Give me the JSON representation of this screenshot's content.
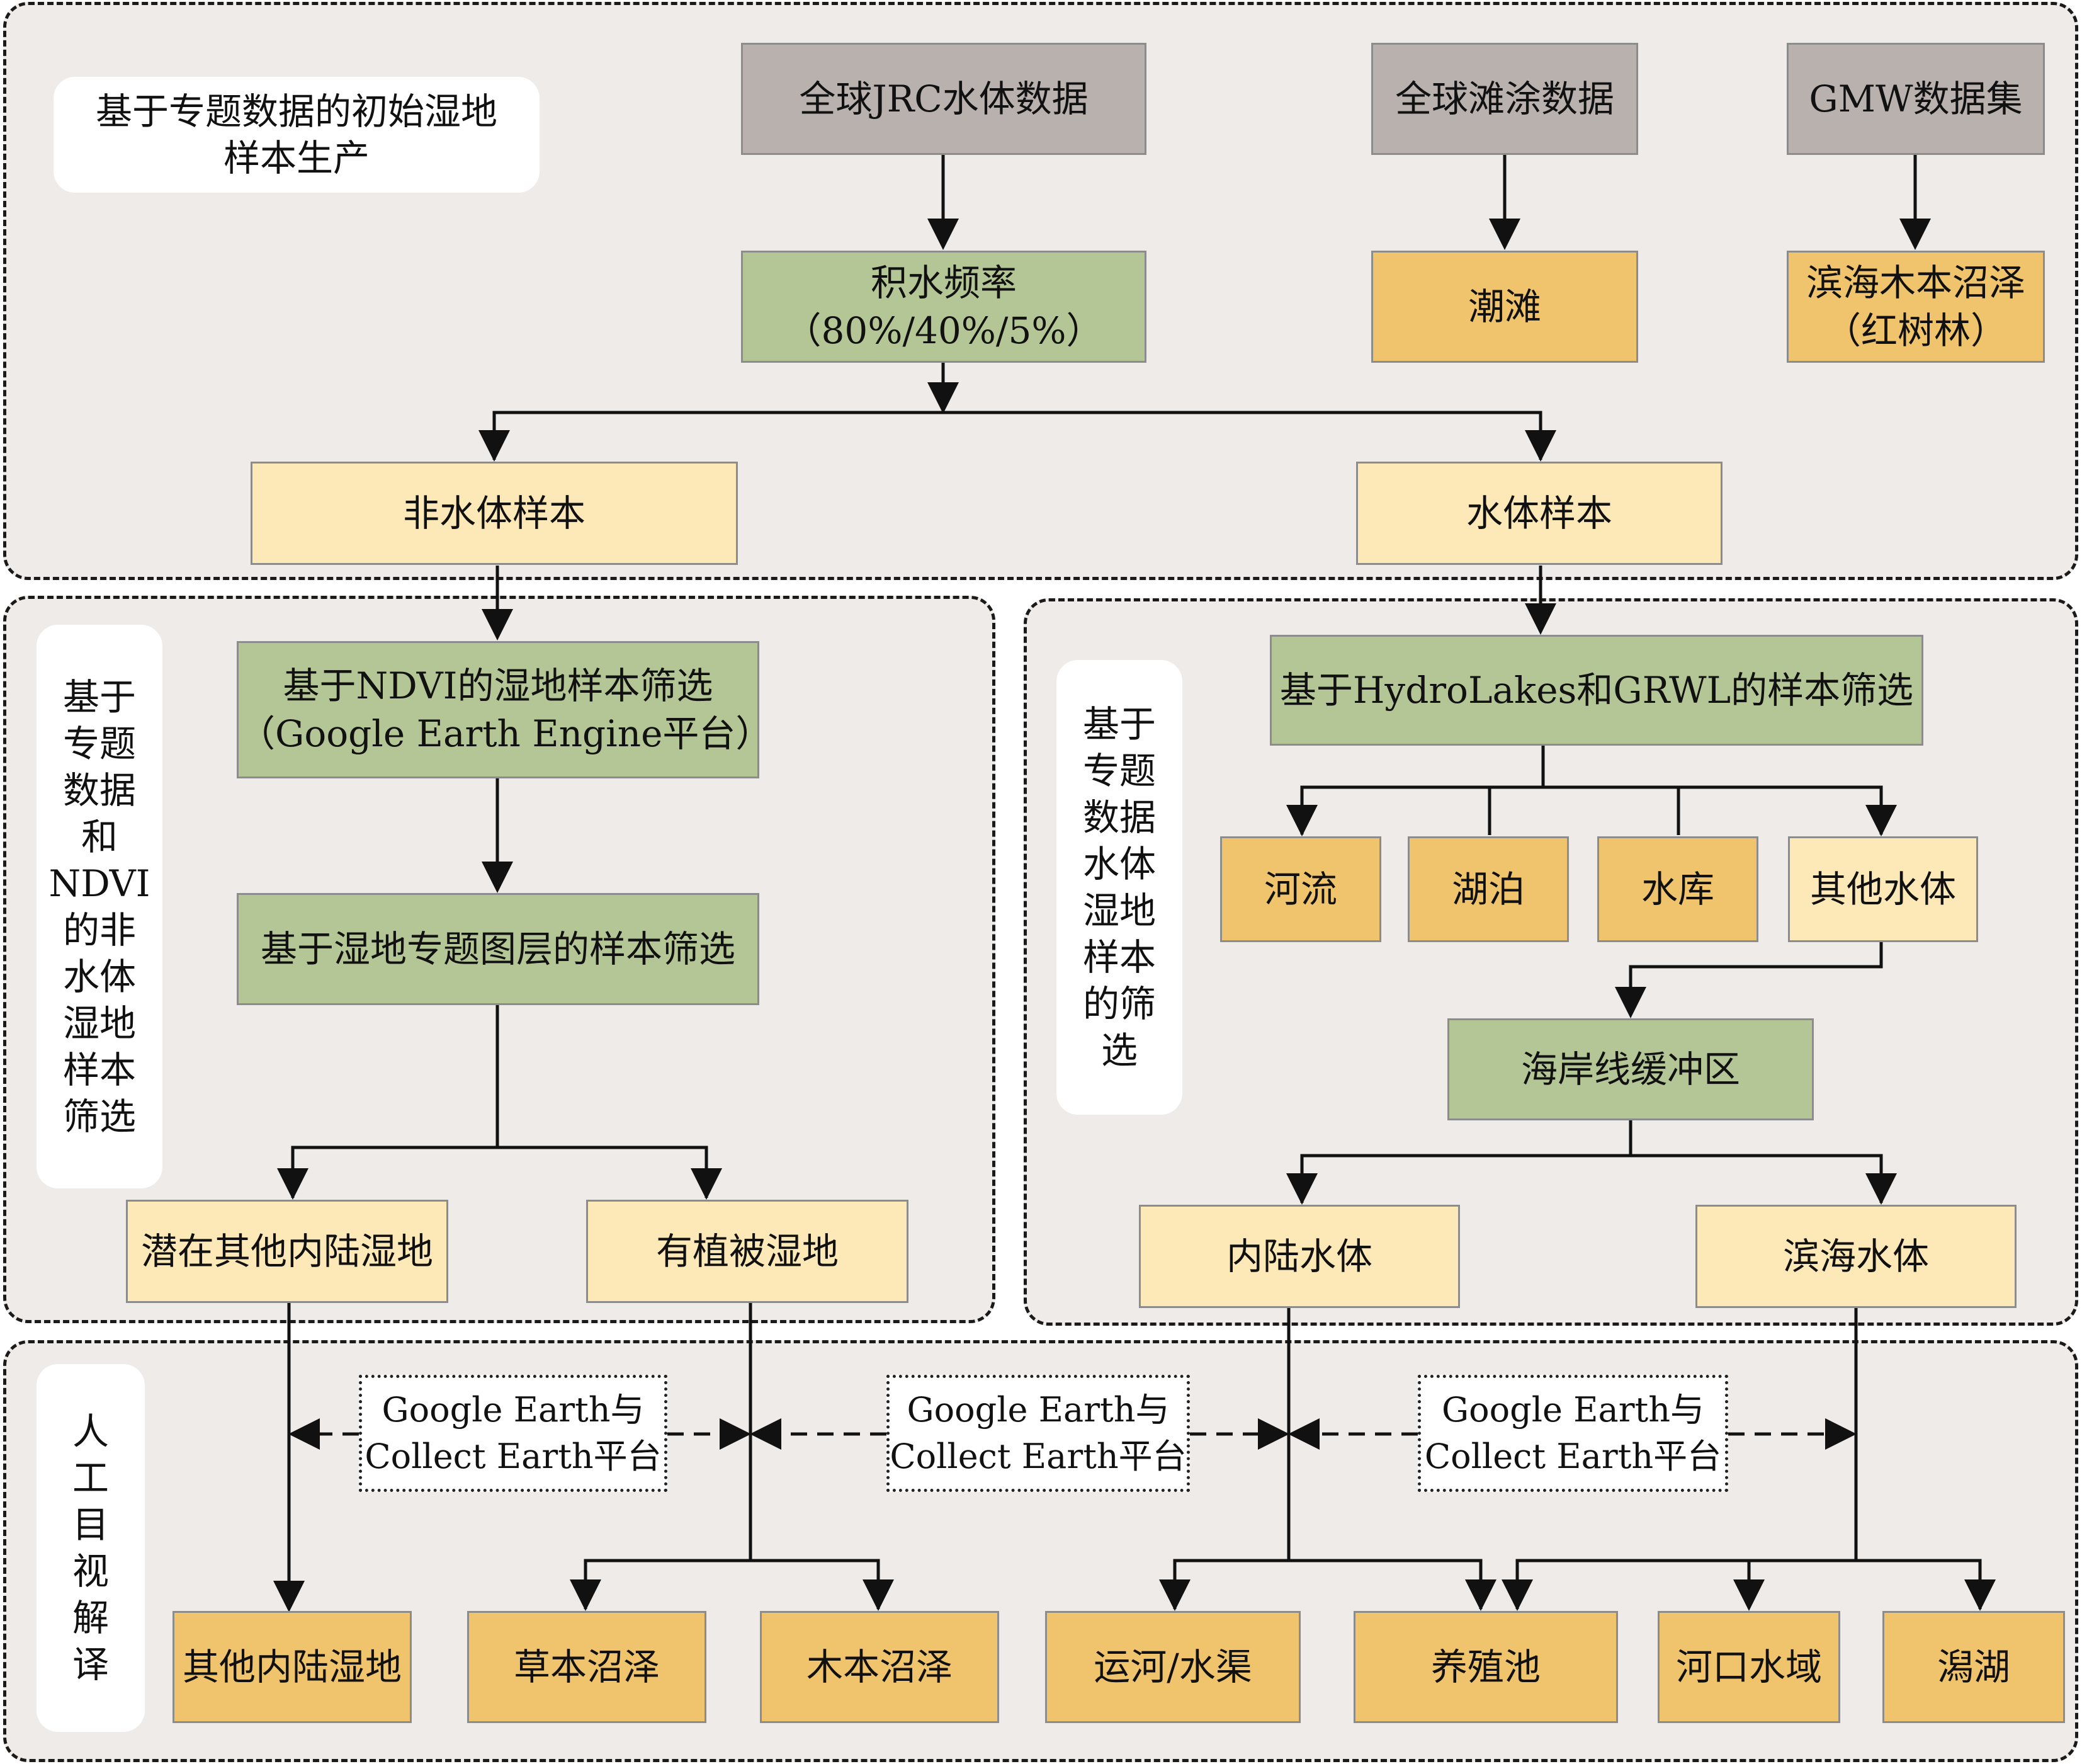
{
  "panels": {
    "top_label": "基于专题数据的初始湿地\n样本生产",
    "left_label": "基于\n专题\n数据\n和\nNDVI\n的非\n水体\n湿地\n样本\n筛选",
    "right_label": "基于\n专题\n数据\n水体\n湿地\n样本\n的筛\n选",
    "bottom_label": "人\n工\n目\n视\n解\n译"
  },
  "nodes": {
    "jrc": "全球JRC水体数据",
    "tidal_data": "全球滩涂数据",
    "gmw": "GMW数据集",
    "water_freq": "积水频率\n（80%/40%/5%）",
    "tidal_flat": "潮滩",
    "mangrove": "滨海木本沼泽\n（红树林）",
    "non_water": "非水体样本",
    "water": "水体样本",
    "ndvi_filter": "基于NDVI的湿地样本筛选\n（Google Earth Engine平台）",
    "thematic_filter": "基于湿地专题图层的样本筛选",
    "potential_inland": "潜在其他内陆湿地",
    "vegetated": "有植被湿地",
    "hydro_filter": "基于HydroLakes和GRWL的样本筛选",
    "river": "河流",
    "lake": "湖泊",
    "reservoir": "水库",
    "other_water": "其他水体",
    "coast_buffer": "海岸线缓冲区",
    "inland_water": "内陆水体",
    "coastal_water": "滨海水体",
    "other_inland": "其他内陆湿地",
    "herb_marsh": "草本沼泽",
    "wood_marsh": "木本沼泽",
    "canal": "运河/水渠",
    "aquaculture": "养殖池",
    "estuary": "河口水域",
    "lagoon": "潟湖"
  },
  "platforms": {
    "p1": "Google Earth与\nCollect Earth平台",
    "p2": "Google Earth与\nCollect Earth平台",
    "p3": "Google Earth与\nCollect Earth平台"
  },
  "colors": {
    "source_gray": "#b9b1ae",
    "process_green": "#b5c696",
    "class_orange": "#f0c46c",
    "sample_light": "#fde8b8",
    "panel_bg": "#efebe9"
  }
}
